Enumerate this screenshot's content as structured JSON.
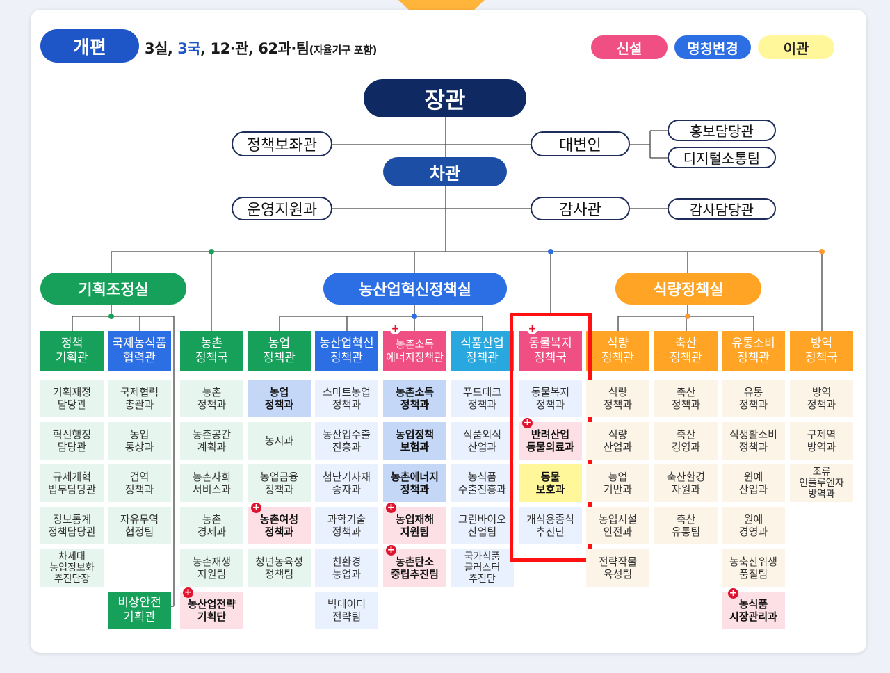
{
  "summary": {
    "badge": "개편",
    "part1": "3실, ",
    "part2": "3국",
    "part3": ", 12",
    "part4": "·관, 62과·팀",
    "part5": "(자율기구 포함)"
  },
  "legend": {
    "new": "신설",
    "renamed": "명칭변경",
    "moved": "이관",
    "colors": {
      "new": "#ef4f83",
      "renamed": "#2c6ee4",
      "moved": "#fff79a"
    }
  },
  "top": {
    "minister": "장관",
    "vice": "차관",
    "policy_aide": "정책보좌관",
    "spokesperson": "대변인",
    "pr_officer": "홍보담당관",
    "digital_team": "디지털소통팀",
    "ops_support": "운영지원과",
    "audit": "감사관",
    "audit_officer": "감사담당관"
  },
  "offices": {
    "planning": "기획조정실",
    "innovation": "농산업혁신정책실",
    "food": "식량정책실"
  },
  "columns": [
    {
      "header": "정책\n기획관",
      "cells": [
        "기획재정\n담당관",
        "혁신행정\n담당관",
        "규제개혁\n법무담당관",
        "정보통계\n정책담당관",
        "차세대\n농업정보화\n추진단장"
      ]
    },
    {
      "header": "국제농식품\n협력관",
      "cells": [
        "국제협력\n총괄과",
        "농업\n통상과",
        "검역\n정책과",
        "자유무역\n협정팀"
      ]
    },
    {
      "header": "농촌\n정책국",
      "cells": [
        "농촌\n정책과",
        "농촌공간\n계획과",
        "농촌사회\n서비스과",
        "농촌\n경제과",
        "농촌재생\n지원팀",
        "농산업전략\n기획단"
      ]
    },
    {
      "header": "농업\n정책관",
      "cells": [
        "농업\n정책과",
        "농지과",
        "농업금융\n정책과",
        "농촌여성\n정책과",
        "청년농육성\n정책팀"
      ]
    },
    {
      "header": "농산업혁신\n정책관",
      "cells": [
        "스마트농업\n정책과",
        "농산업수출\n진흥과",
        "첨단기자재\n종자과",
        "과학기술\n정책과",
        "친환경\n농업과",
        "빅데이터\n전략팀"
      ]
    },
    {
      "header": "농촌소득\n에너지정책관",
      "cells": [
        "농촌소득\n정책과",
        "농업정책\n보험과",
        "농촌에너지\n정책과",
        "농업재해\n지원팀",
        "농촌탄소\n중립추진팀"
      ]
    },
    {
      "header": "식품산업\n정책관",
      "cells": [
        "푸드테크\n정책과",
        "식품외식\n산업과",
        "농식품\n수출진흥과",
        "그린바이오\n산업팀",
        "국가식품\n클러스터\n추진단"
      ]
    },
    {
      "header": "동물복지\n정책국",
      "cells": [
        "동물복지\n정책과",
        "반려산업\n동물의료과",
        "동물\n보호과",
        "개식용종식\n추진단"
      ]
    },
    {
      "header": "식량\n정책관",
      "cells": [
        "식량\n정책과",
        "식량\n산업과",
        "농업\n기반과",
        "농업시설\n안전과",
        "전략작물\n육성팀"
      ]
    },
    {
      "header": "축산\n정책관",
      "cells": [
        "축산\n정책과",
        "축산\n경영과",
        "축산환경\n자원과",
        "축산\n유통팀"
      ]
    },
    {
      "header": "유통소비\n정책관",
      "cells": [
        "유통\n정책과",
        "식생활소비\n정책과",
        "원예\n산업과",
        "원예\n경영과",
        "농축산위생\n품질팀",
        "농식품\n시장관리과"
      ]
    },
    {
      "header": "방역\n정책국",
      "cells": [
        "방역\n정책과",
        "구제역\n방역과",
        "조류\n인플루엔자\n방역과"
      ]
    }
  ],
  "emergency": "비상안전\n기획관"
}
